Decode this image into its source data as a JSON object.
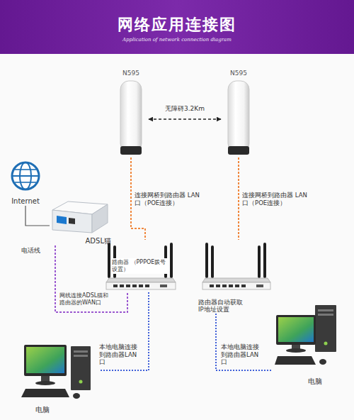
{
  "diagram": {
    "title": "网络应用连接图",
    "nodes": [
      {
        "text": [
          "Internet"
        ]
      },
      {
        "text": [
          "ADSL猫"
        ]
      },
      {
        "text": [
          "N595"
        ]
      },
      {
        "text": [
          "N595"
        ]
      },
      {
        "text": [
          "路由器 （PPPOE拨号设置）"
        ]
      },
      {
        "text": [
          "路由器自动获取IP地址设置"
        ]
      },
      {
        "text": [
          "电脑"
        ]
      },
      {
        "text": [
          "电脑"
        ]
      }
    ],
    "edges": [
      {
        "from": 2,
        "to": 3,
        "arrow": "both",
        "label": "无障碍3.2Km"
      },
      {
        "from": 0,
        "to": 1,
        "arrow": "none",
        "label": "电话线"
      },
      {
        "from": 2,
        "to": 4,
        "arrow": "none",
        "label": "连接网桥到路由器 LAN口（POE连接）"
      },
      {
        "from": 3,
        "to": 5,
        "arrow": "none",
        "label": "连接网桥到路由器 LAN口（POE连接）"
      },
      {
        "from": 1,
        "to": 4,
        "arrow": "none",
        "label": "网线连接ADSL猫和路由器的WAN口"
      },
      {
        "from": 4,
        "to": 6,
        "arrow": "none",
        "label": "本地电脑连接到路由器LAN口"
      },
      {
        "from": 5,
        "to": 7,
        "arrow": "none",
        "label": "本地电脑连接到路由器LAN口"
      }
    ],
    "labels": [
      "Application of network connection diagram"
    ]
  }
}
